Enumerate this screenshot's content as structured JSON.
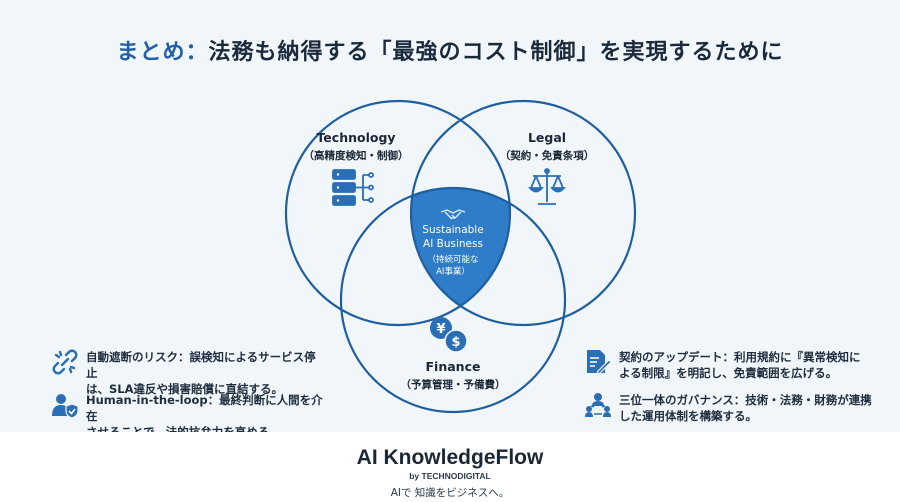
{
  "title": {
    "prefix": "まとめ",
    "separator": "：",
    "main": "法務も納得する「最強のコスト制御」を実現するために"
  },
  "venn": {
    "technology": {
      "label": "Technology",
      "sub": "（高精度検知・制御）",
      "icon": "server-network-icon"
    },
    "legal": {
      "label": "Legal",
      "sub": "（契約・免責条項）",
      "icon": "scales-icon"
    },
    "finance": {
      "label": "Finance",
      "sub": "（予算管理・予備費）",
      "icon": "yen-dollar-coins-icon"
    },
    "center": {
      "line1": "Sustainable",
      "line2": "AI Business",
      "line3": "（持続可能な",
      "line4": "AI事業）",
      "icon": "handshake-icon"
    }
  },
  "notes": {
    "left": [
      {
        "icon": "broken-link-icon",
        "line1": "自動遮断のリスク：誤検知によるサービス停止",
        "line2": "は、SLA違反や損害賠償に直結する。"
      },
      {
        "icon": "user-shield-icon",
        "line1": "Human-in-the-loop：最終判断に人間を介在",
        "line2": "させることで、法的抗弁力を高める。"
      }
    ],
    "right": [
      {
        "icon": "document-edit-icon",
        "line1": "契約のアップデート：利用規約に『異常検知に",
        "line2": "よる制限』を明記し、免責範囲を広げる。"
      },
      {
        "icon": "team-network-icon",
        "line1": "三位一体のガバナンス：技術・法務・財務が連携",
        "line2": "した運用体制を構築する。"
      }
    ]
  },
  "footer": {
    "brand": "AI KnowledgeFlow",
    "byline": "by TECHNODIGITAL",
    "tagline": "AIで 知識をビジネスへ。"
  },
  "colors": {
    "circle_stroke": "#1f5f9e",
    "center_fill": "#2f7cc9",
    "accent": "#2160a8"
  }
}
